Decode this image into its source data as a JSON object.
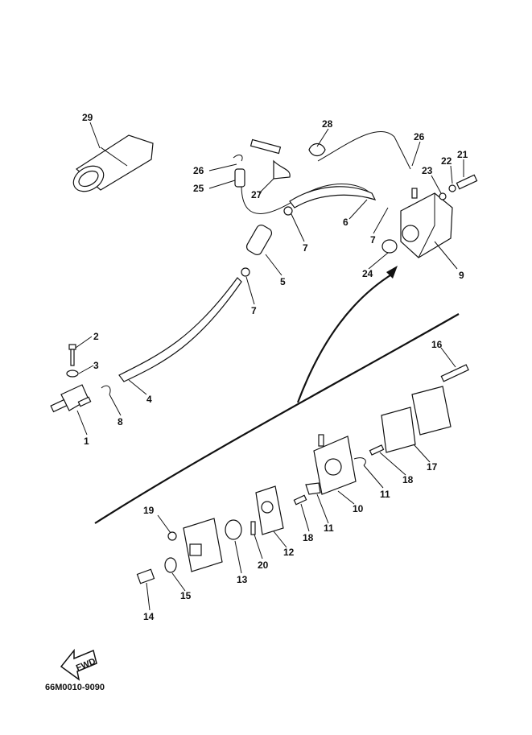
{
  "diagram": {
    "drawing_code": "66M0010-9090",
    "fwd_label": "FWD",
    "callouts": [
      "29",
      "28",
      "26",
      "26",
      "25",
      "27",
      "23",
      "22",
      "21",
      "7",
      "6",
      "7",
      "24",
      "9",
      "5",
      "7",
      "2",
      "3",
      "4",
      "8",
      "1",
      "16",
      "17",
      "18",
      "11",
      "19",
      "12",
      "10",
      "11",
      "18",
      "13",
      "20",
      "15",
      "14"
    ]
  }
}
